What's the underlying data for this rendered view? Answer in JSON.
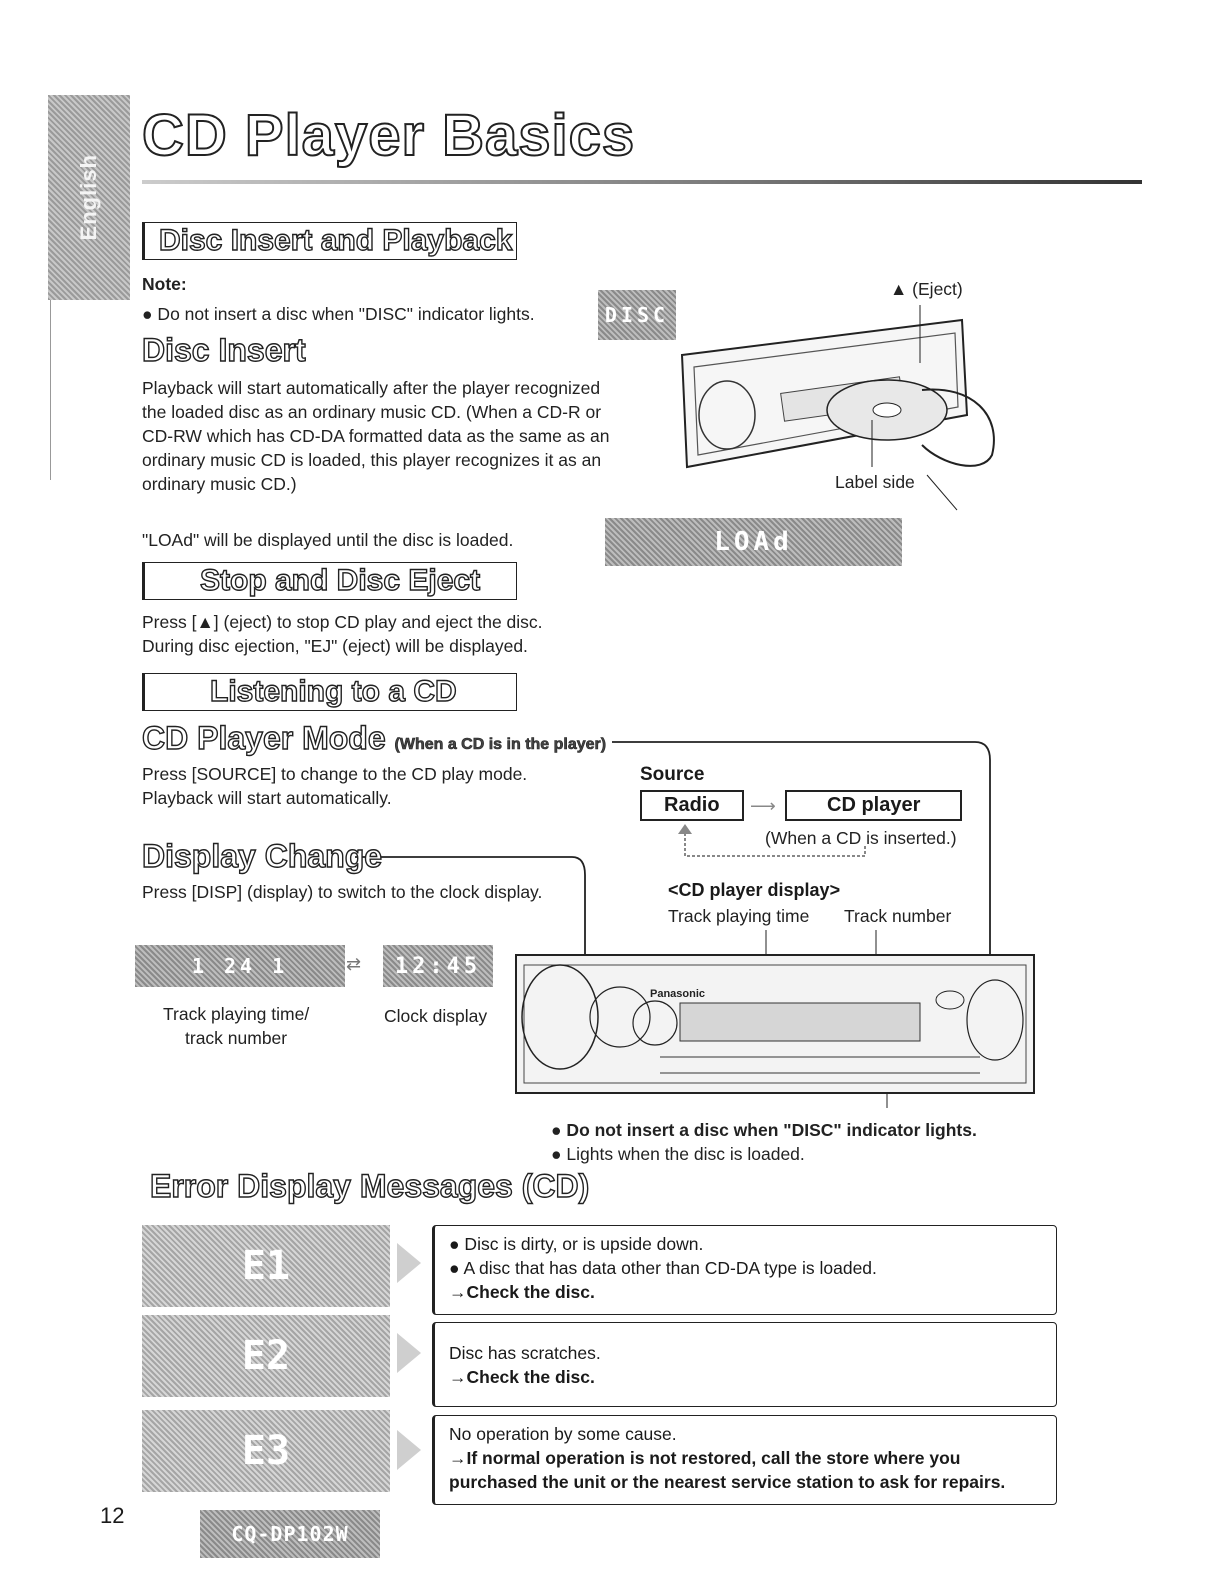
{
  "header": {
    "side_tab": "English",
    "title": "CD Player Basics"
  },
  "disc_insert_section": {
    "heading": "Disc Insert and Playback",
    "note_label": "Note:",
    "note_text": "● Do not insert a disc when \"DISC\" indicator lights.",
    "disc_lcd": "DISC",
    "sub_heading": "Disc Insert",
    "paragraph": "Playback will start automatically after the player recognized the loaded disc as an ordinary music CD. (When a CD-R or CD-RW which has CD-DA formatted data as the same as an ordinary music CD is loaded, this player recognizes it as an ordinary music CD.)",
    "load_text": "\"LOAd\" will be displayed until the disc is loaded.",
    "load_lcd": "LOAd",
    "eject_label": "▲ (Eject)",
    "label_side": "Label side"
  },
  "stop_section": {
    "heading": "Stop and Disc Eject",
    "line1": "Press [▲] (eject) to stop CD play and eject the disc.",
    "line2": "During disc ejection, \"EJ\" (eject) will be displayed."
  },
  "listening_section": {
    "heading": "Listening to a CD",
    "mode_heading": "CD Player Mode",
    "mode_note": "(When a CD is in the player)",
    "mode_line1": "Press [SOURCE] to change to the CD play mode.",
    "mode_line2": "Playback will start automatically.",
    "source_label": "Source",
    "radio_label": "Radio",
    "cd_player_label": "CD player",
    "when_inserted": "(When a CD is inserted.)",
    "display_heading": "Display Change",
    "display_line1": "Press [DISP] (display) to switch to the clock display.",
    "lcd_track": "1   24  1",
    "lcd_clock": "12:45",
    "caption_track_1": "Track playing time/",
    "caption_track_2": "track number",
    "caption_clock": "Clock display",
    "cd_display_label": "<CD player display>",
    "track_time_label": "Track playing time",
    "track_number_label": "Track number",
    "warning": "● Do not insert a disc when \"DISC\" indicator lights.",
    "lights": "● Lights when the disc is loaded."
  },
  "errors": {
    "heading": "Error Display Messages (CD)",
    "items": [
      {
        "code": "E1",
        "line1": "● Disc is dirty, or is upside down.",
        "line2": "● A disc that has data other than CD-DA type is loaded.",
        "action": "→Check the disc."
      },
      {
        "code": "E2",
        "line1": "Disc has scratches.",
        "action": "→Check the disc."
      },
      {
        "code": "E3",
        "line1": "No operation by some cause.",
        "action": "→If normal operation is not restored, call the store where you purchased the unit or the nearest service station to ask for repairs."
      }
    ]
  },
  "footer": {
    "page_number": "12",
    "model": "CQ-DP102W"
  }
}
